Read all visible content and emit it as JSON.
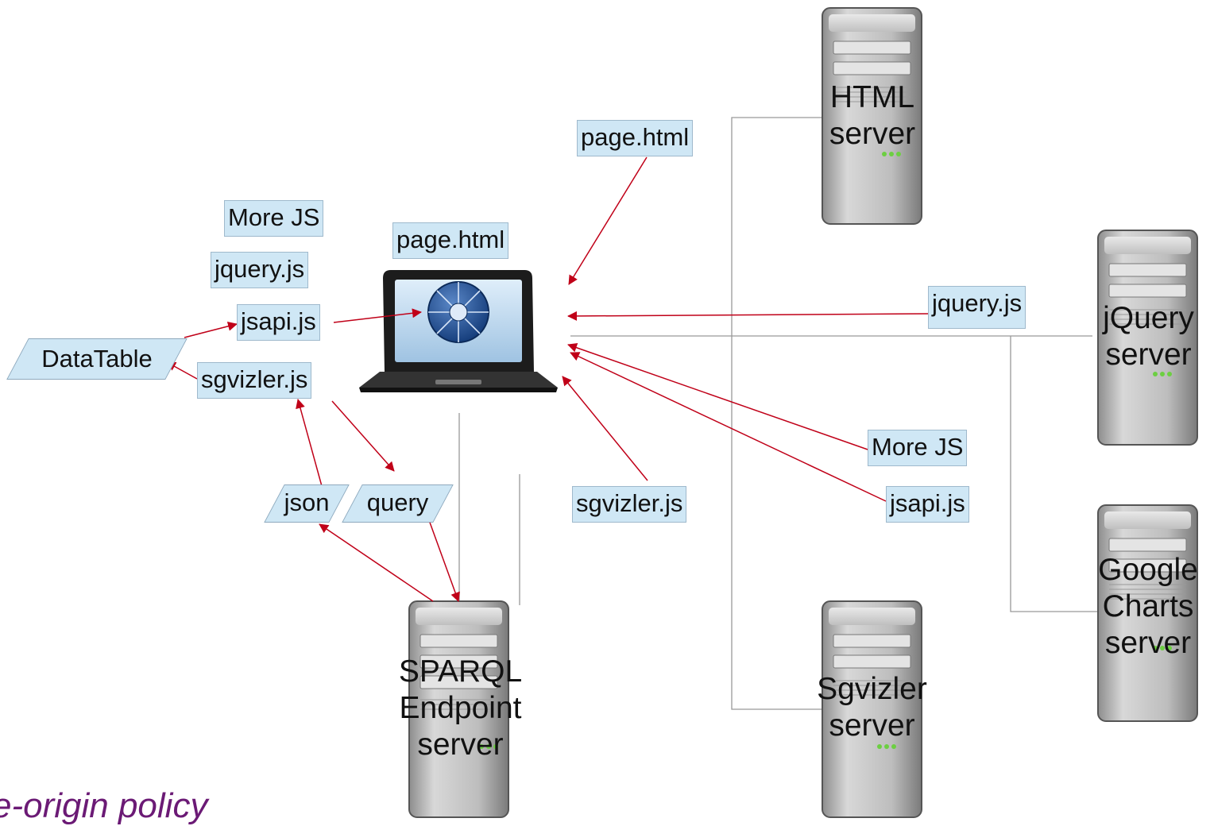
{
  "servers": {
    "html": "HTML\nserver",
    "jquery": "jQuery\nserver",
    "google": "Google\nCharts\nserver",
    "sgvizler": "Sgvizler\nserver",
    "sparql": "SPARQL\nEndpoint\nserver"
  },
  "labels": {
    "page_html_top": "page.html",
    "page_html_client": "page.html",
    "more_js_left": "More JS",
    "jquery_left": "jquery.js",
    "jsapi_left": "jsapi.js",
    "sgvizler_left": "sgvizler.js",
    "jquery_right": "jquery.js",
    "more_js_right": "More JS",
    "jsapi_right": "jsapi.js",
    "sgvizler_mid": "sgvizler.js"
  },
  "data_objects": {
    "datatable": "DataTable",
    "json": "json",
    "query": "query"
  },
  "caption": "e-origin policy",
  "colors": {
    "arrow": "#c00018",
    "label_fill": "#cfe7f5",
    "connector": "#999999",
    "caption": "#6b1a75"
  },
  "icons": {
    "client": "laptop-icon",
    "server": "server-tower-icon"
  }
}
